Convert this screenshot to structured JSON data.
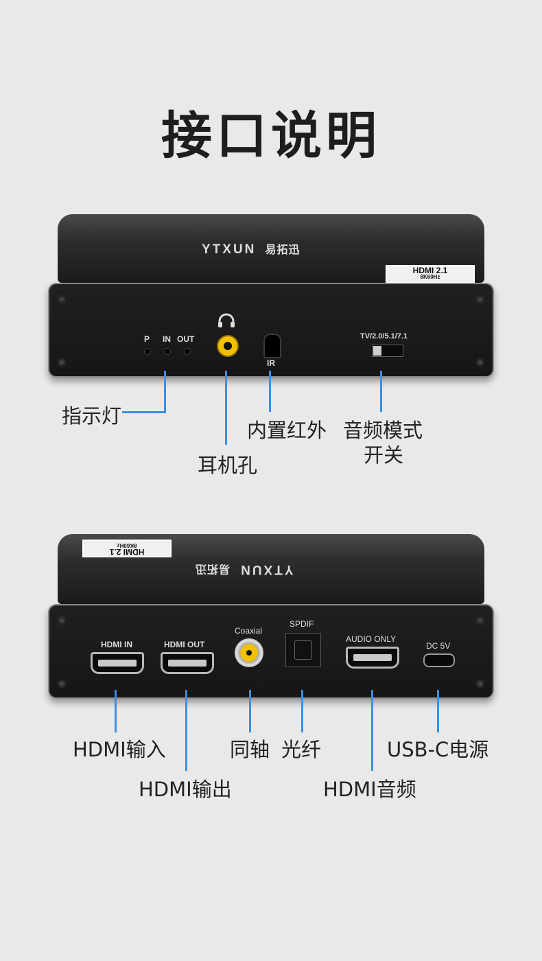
{
  "title": "接口说明",
  "device": {
    "brand": "YTXUN",
    "brand_cn": "易拓迅",
    "badge_top": "HDMI 2.1",
    "badge_bottom": "8K60Hz"
  },
  "front_panel": {
    "led_labels": [
      "P",
      "IN",
      "OUT"
    ],
    "ir_label": "IR",
    "switch_label": "TV/2.0/5.1/7.1"
  },
  "back_panel": {
    "hdmi_in": "HDMI IN",
    "hdmi_out": "HDMI OUT",
    "coaxial": "Coaxial",
    "spdif": "SPDIF",
    "audio_only": "AUDIO ONLY",
    "dc": "DC 5V"
  },
  "callouts_front": {
    "indicator": "指示灯",
    "headphone": "耳机孔",
    "ir": "内置红外",
    "audio_mode_1": "音频模式",
    "audio_mode_2": "开关"
  },
  "callouts_back": {
    "hdmi_in": "HDMI输入",
    "hdmi_out": "HDMI输出",
    "coax": "同轴",
    "optical": "光纤",
    "hdmi_audio": "HDMI音频",
    "usbc": "USB-C电源"
  },
  "colors": {
    "background": "#e9e9e9",
    "callout_line": "#3d8fe0",
    "rca_yellow": "#f2c200"
  }
}
